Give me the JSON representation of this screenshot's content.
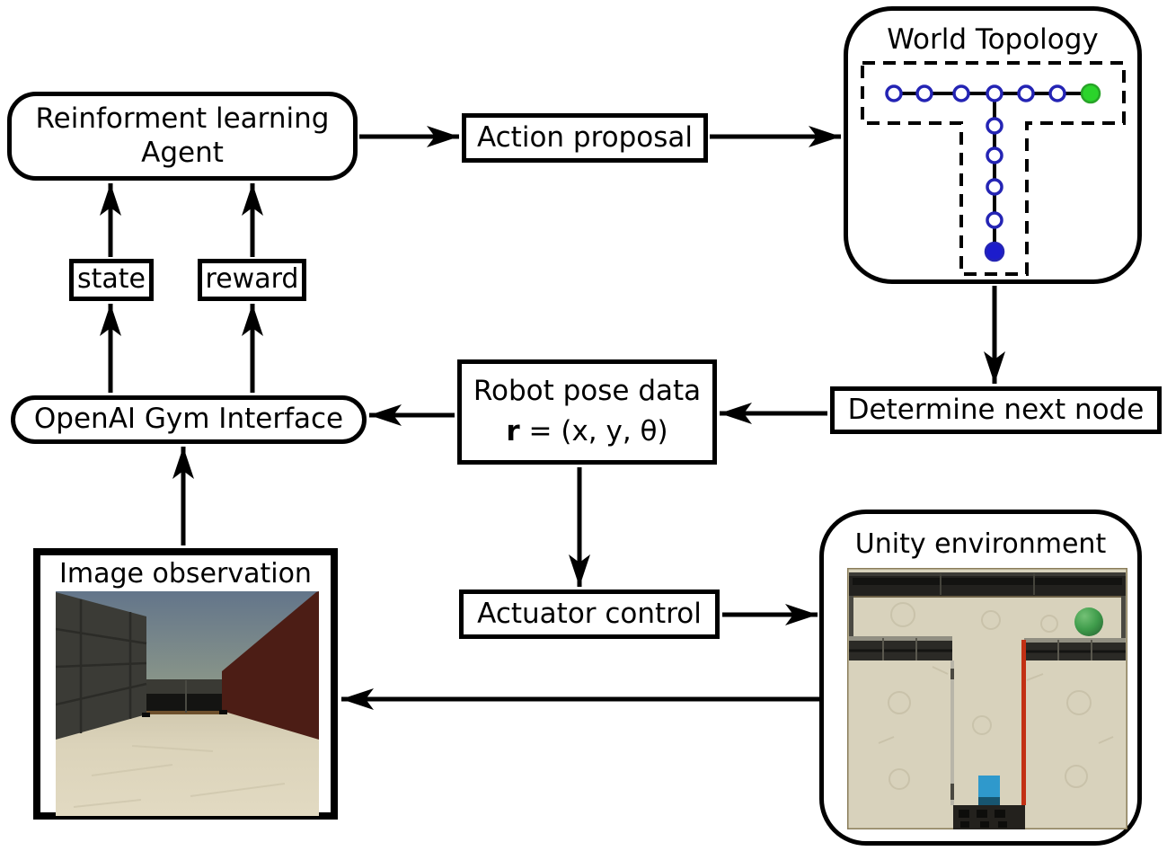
{
  "boxes": {
    "agent": {
      "line1": "Reinforment learning",
      "line2": "Agent"
    },
    "action_proposal": {
      "label": "Action proposal"
    },
    "world_topology": {
      "title": "World Topology"
    },
    "state": {
      "label": "state"
    },
    "reward": {
      "label": "reward"
    },
    "gym": {
      "label": "OpenAI Gym Interface"
    },
    "robot_pose": {
      "line1": "Robot pose data",
      "r": "r",
      "formula": " = (x, y, θ)"
    },
    "determine_next_node": {
      "label": "Determine next node"
    },
    "image_observation": {
      "title": "Image observation"
    },
    "actuator_control": {
      "label": "Actuator control"
    },
    "unity_environment": {
      "title": "Unity environment"
    }
  },
  "topology": {
    "horizontal_node_count": 7,
    "vertical_node_count": 5,
    "goal_node": {
      "position": "right-end",
      "color": "#2bd42b"
    },
    "start_node": {
      "position": "bottom-end",
      "color": "#1c1ccc"
    },
    "node_fill": "#ffffff",
    "node_stroke_color": "#2424b4",
    "edge_color": "#000000",
    "boundary_style": "dashed"
  },
  "flows": [
    {
      "from": "agent",
      "to": "action_proposal"
    },
    {
      "from": "action_proposal",
      "to": "world_topology"
    },
    {
      "from": "world_topology",
      "to": "determine_next_node"
    },
    {
      "from": "determine_next_node",
      "to": "robot_pose"
    },
    {
      "from": "robot_pose",
      "to": "gym"
    },
    {
      "from": "robot_pose",
      "to": "actuator_control"
    },
    {
      "from": "actuator_control",
      "to": "unity_environment"
    },
    {
      "from": "unity_environment",
      "to": "image_observation"
    },
    {
      "from": "image_observation",
      "to": "gym"
    },
    {
      "from": "gym",
      "to": "state"
    },
    {
      "from": "state",
      "to": "agent"
    },
    {
      "from": "gym",
      "to": "reward"
    },
    {
      "from": "reward",
      "to": "agent"
    }
  ],
  "colors": {
    "background": "#ffffff",
    "line": "#000000",
    "unity_scene": {
      "floor": "#d8d2bc",
      "top_wall": "#22211e",
      "mid_wall": "#2b2a26",
      "goal_sphere": "#3f9c4b",
      "agent_cube": "#2f99cc",
      "divider": "#c23014"
    },
    "observation_scene": {
      "sky_top": "#63758a",
      "sky_horizon": "#a3ab8a",
      "left_wall": "#3b3b36",
      "right_wall": "#4c1d15",
      "far_wall": "#141412",
      "floor": "#dbd3ba"
    }
  }
}
